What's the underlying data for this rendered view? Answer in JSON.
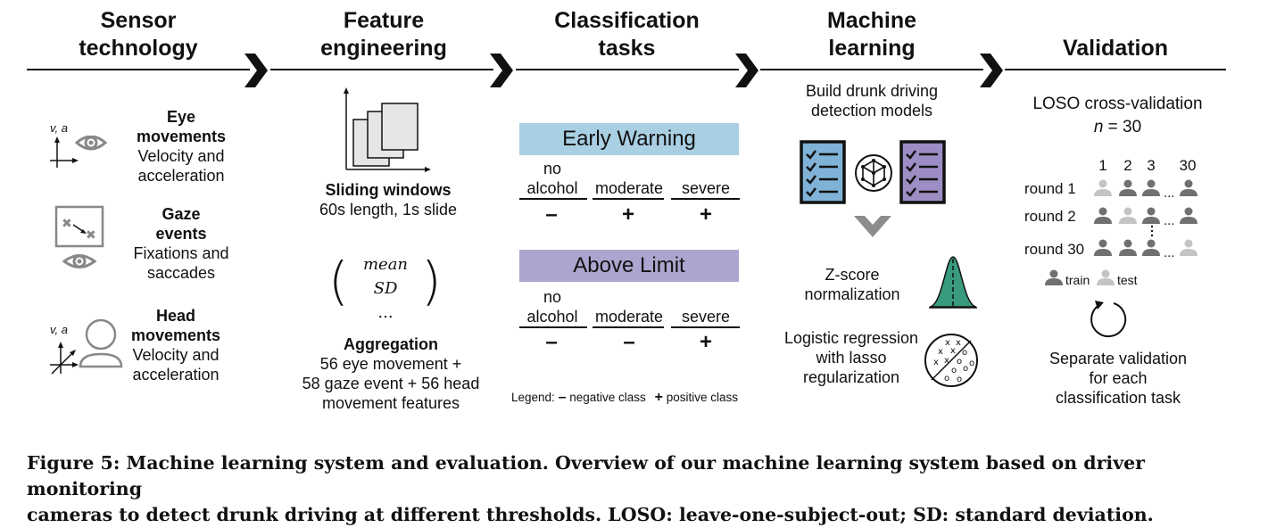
{
  "columns": {
    "sensor": {
      "title_line1": "Sensor",
      "title_line2": "technology"
    },
    "feature": {
      "title_line1": "Feature",
      "title_line2": "engineering"
    },
    "classification": {
      "title_line1": "Classification",
      "title_line2": "tasks"
    },
    "ml": {
      "title_line1": "Machine",
      "title_line2": "learning"
    },
    "validation": {
      "title": "Validation"
    }
  },
  "sensor": {
    "eye": {
      "axis_label": "v, a",
      "title_line1": "Eye",
      "title_line2": "movements",
      "desc_line1": "Velocity and",
      "desc_line2": "acceleration"
    },
    "gaze": {
      "title_line1": "Gaze",
      "title_line2": "events",
      "desc_line1": "Fixations and",
      "desc_line2": "saccades"
    },
    "head": {
      "axis_label": "v, a",
      "title_line1": "Head",
      "title_line2": "movements",
      "desc_line1": "Velocity and",
      "desc_line2": "acceleration"
    }
  },
  "feature": {
    "sliding_title": "Sliding windows",
    "sliding_desc": "60s length, 1s slide",
    "agg_items": [
      "mean",
      "SD",
      "..."
    ],
    "agg_title": "Aggregation",
    "agg_desc_line1": "56 eye movement +",
    "agg_desc_line2": "58 gaze event + 56 head",
    "agg_desc_line3": "movement features"
  },
  "classification": {
    "tasks": [
      {
        "name": "Early Warning",
        "color": "#a9cfe3",
        "classes": [
          {
            "line1": "no",
            "line2": "alcohol"
          },
          {
            "line1": "",
            "line2": "moderate"
          },
          {
            "line1": "",
            "line2": "severe"
          }
        ],
        "signs": [
          "–",
          "+",
          "+"
        ]
      },
      {
        "name": "Above Limit",
        "color": "#ada5cf",
        "classes": [
          {
            "line1": "no",
            "line2": "alcohol"
          },
          {
            "line1": "",
            "line2": "moderate"
          },
          {
            "line1": "",
            "line2": "severe"
          }
        ],
        "signs": [
          "–",
          "–",
          "+"
        ]
      }
    ],
    "legend": {
      "label": "Legend:",
      "neg_sign": "–",
      "neg_text": "negative class",
      "pos_sign": "+",
      "pos_text": "positive class"
    }
  },
  "ml": {
    "build_line1": "Build drunk driving",
    "build_line2": "detection models",
    "zscore_line1": "Z-score",
    "zscore_line2": "normalization",
    "logreg_line1": "Logistic regression",
    "logreg_line2": "with lasso",
    "logreg_line3": "regularization",
    "colors": {
      "model_blue": "#7fb2d6",
      "model_purple": "#9d8dc4",
      "bell_green": "#3a9a7e",
      "chevron_gray": "#8c8c8c"
    }
  },
  "validation": {
    "loso_line1": "LOSO cross-validation",
    "loso_n_symbol": "n",
    "loso_n_rest": " = 30",
    "subjects": [
      "1",
      "2",
      "3",
      "30"
    ],
    "ellipsis": "...",
    "rounds": [
      {
        "label": "round 1",
        "test_index": 0
      },
      {
        "label": "round 2",
        "test_index": 1
      },
      {
        "label": "round 30",
        "test_index": 3
      }
    ],
    "legend_train": "train",
    "legend_test": "test",
    "sep_line1": "Separate validation",
    "sep_line2": "for each",
    "sep_line3": "classification task",
    "colors": {
      "train": "#707070",
      "test": "#c4c4c4"
    }
  },
  "caption": {
    "line1": "Figure 5: Machine learning system and evaluation. Overview of our machine learning system based on driver monitoring",
    "line2": "cameras to detect drunk driving at different thresholds. LOSO: leave-one-subject-out; SD: standard deviation."
  }
}
